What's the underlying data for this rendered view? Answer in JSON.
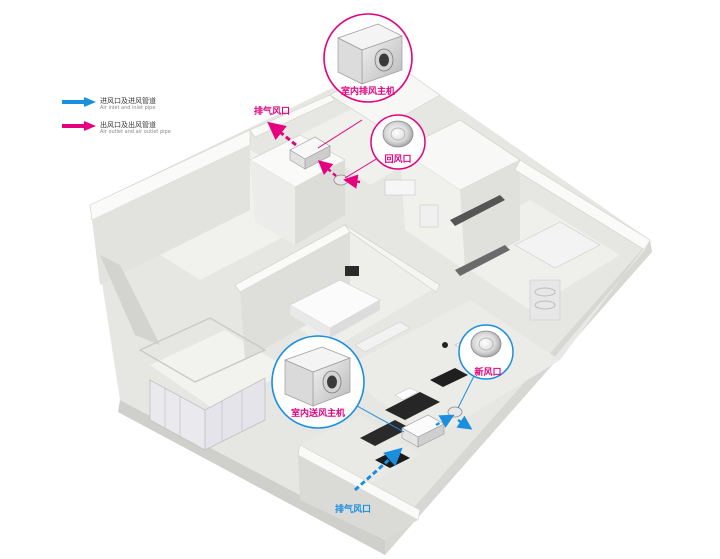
{
  "legend": {
    "intake_zh": "进风口及进风管道",
    "intake_en": "Air inlet and inlet pipe",
    "outlet_zh": "出风口及出风管道",
    "outlet_en": "Air outlet and air outlet pipe"
  },
  "labels": {
    "exhaust_unit": "室内排风主机",
    "supply_unit": "室内送风主机",
    "return_vent": "回风口",
    "fresh_vent": "新风口",
    "exhaust_outlet": "排气风口",
    "intake_outlet": "排气风口"
  },
  "colors": {
    "intake": "#1a8fe0",
    "outlet": "#e4007f",
    "wall_top": "#f3f3f1",
    "wall_side": "#dcdcd8",
    "floor": "#ebebe8"
  }
}
